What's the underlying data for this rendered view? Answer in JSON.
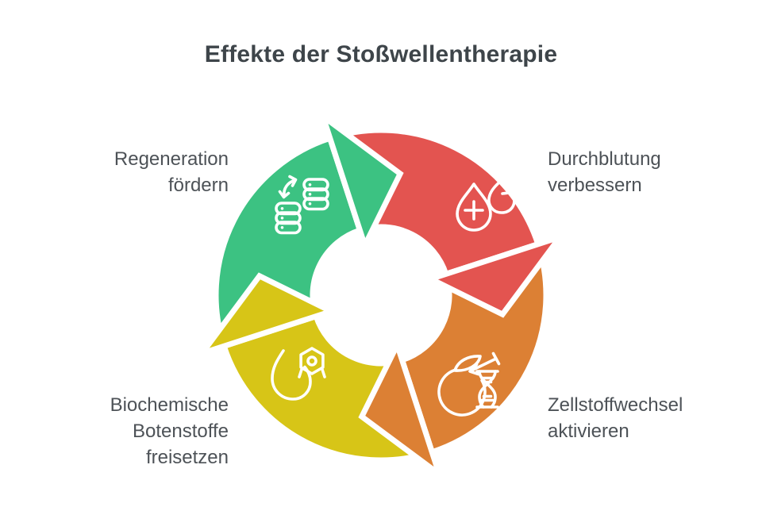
{
  "title": "Effekte der Stoßwellentherapie",
  "colors": {
    "background": "#ffffff",
    "title_text": "#3e454a",
    "label_text": "#4d5257",
    "gap_stroke": "#ffffff"
  },
  "cycle_direction": "clockwise",
  "segments": [
    {
      "id": "regeneration",
      "label": "Regeneration fördern",
      "color": "#3cc282",
      "position": "top-left",
      "icon": "cell-stacks-sync-icon"
    },
    {
      "id": "durchblutung",
      "label": "Durchblutung verbessern",
      "color": "#e35450",
      "position": "top-right",
      "icon": "blood-drops-plus-minus-icon"
    },
    {
      "id": "zellstoffwechsel",
      "label": "Zellstoffwechsel aktivieren",
      "color": "#dc8034",
      "position": "bottom-right",
      "icon": "apple-dna-metabolism-icon"
    },
    {
      "id": "botenstoffe",
      "label": "Biochemische Botenstoffe freisetzen",
      "color": "#d7c517",
      "position": "bottom-left",
      "icon": "drop-molecule-icon"
    }
  ]
}
